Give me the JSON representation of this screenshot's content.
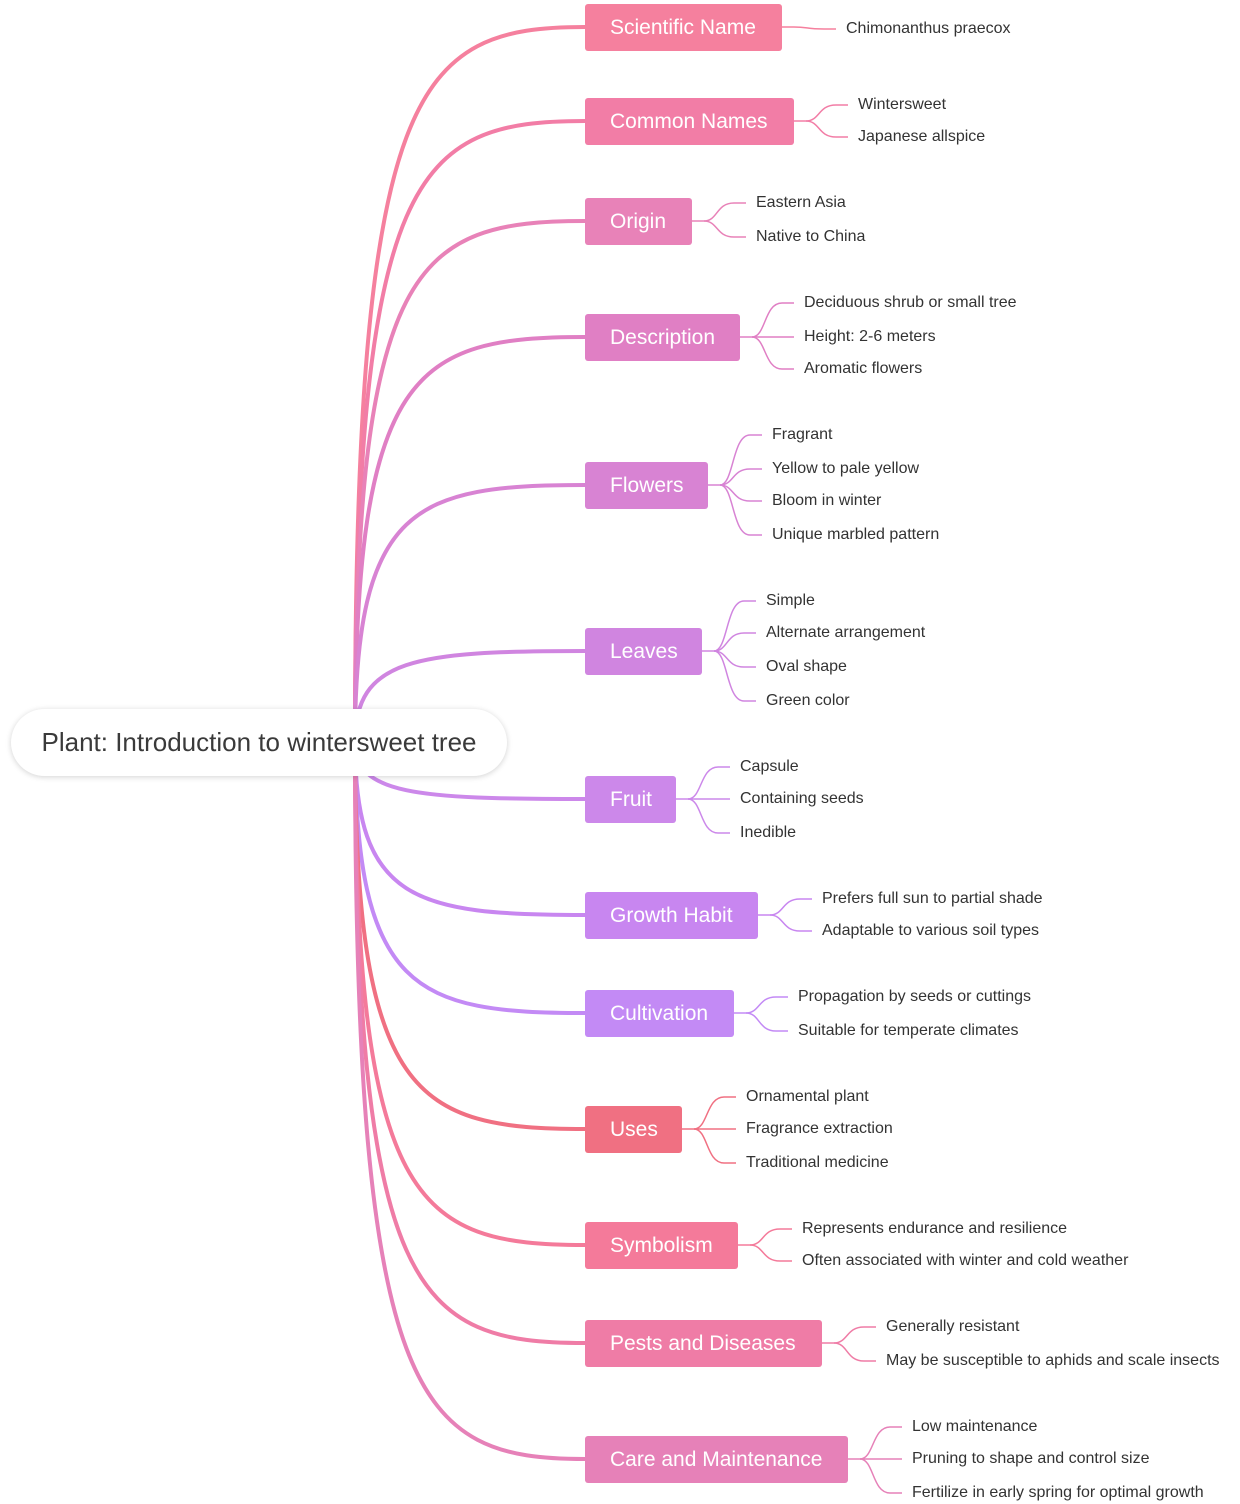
{
  "root": {
    "label": "Plant: Introduction to wintersweet tree"
  },
  "branches": [
    {
      "label": "Scientific Name",
      "color": "#f5809e",
      "children": [
        "Chimonanthus praecox"
      ]
    },
    {
      "label": "Common Names",
      "color": "#f27da6",
      "children": [
        "Wintersweet",
        "Japanese allspice"
      ]
    },
    {
      "label": "Origin",
      "color": "#e882b8",
      "children": [
        "Eastern Asia",
        "Native to China"
      ]
    },
    {
      "label": "Description",
      "color": "#e07fc4",
      "children": [
        "Deciduous shrub or small tree",
        "Height: 2-6 meters",
        "Aromatic flowers"
      ]
    },
    {
      "label": "Flowers",
      "color": "#d883d3",
      "children": [
        "Fragrant",
        "Yellow to pale yellow",
        "Bloom in winter",
        "Unique marbled pattern"
      ]
    },
    {
      "label": "Leaves",
      "color": "#d085e0",
      "children": [
        "Simple",
        "Alternate arrangement",
        "Oval shape",
        "Green color"
      ]
    },
    {
      "label": "Fruit",
      "color": "#cc88ea",
      "children": [
        "Capsule",
        "Containing seeds",
        "Inedible"
      ]
    },
    {
      "label": "Growth Habit",
      "color": "#c886f0",
      "children": [
        "Prefers full sun to partial shade",
        "Adaptable to various soil types"
      ]
    },
    {
      "label": "Cultivation",
      "color": "#c38af5",
      "children": [
        "Propagation by seeds or cuttings",
        "Suitable for temperate climates"
      ]
    },
    {
      "label": "Uses",
      "color": "#f07082",
      "children": [
        "Ornamental plant",
        "Fragrance extraction",
        "Traditional medicine"
      ]
    },
    {
      "label": "Symbolism",
      "color": "#f47a9a",
      "children": [
        "Represents endurance and resilience",
        "Often associated with winter and cold weather"
      ]
    },
    {
      "label": "Pests and Diseases",
      "color": "#ef7ca6",
      "children": [
        "Generally resistant",
        "May be susceptible to aphids and scale insects"
      ]
    },
    {
      "label": "Care and Maintenance",
      "color": "#e681b8",
      "children": [
        "Low maintenance",
        "Pruning to shape and control size",
        "Fertilize in early spring for optimal growth"
      ]
    }
  ]
}
